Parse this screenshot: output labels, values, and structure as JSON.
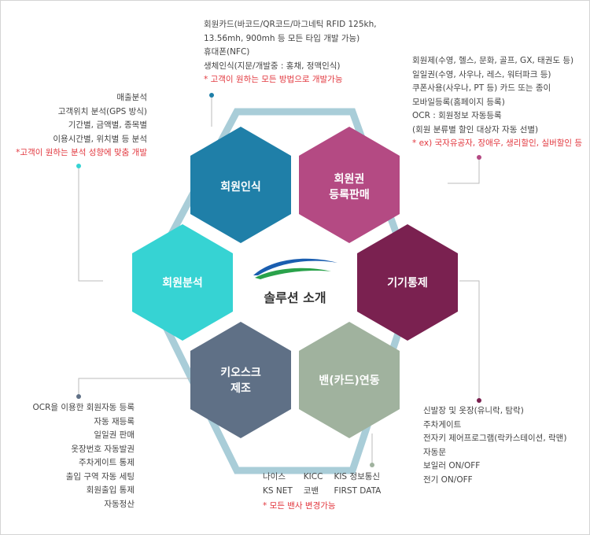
{
  "center": {
    "title": "솔루션 소개"
  },
  "hexagons": {
    "member_recognition": {
      "label": "회원인식"
    },
    "membership_sales": {
      "label_line1": "회원권",
      "label_line2": "등록판매"
    },
    "device_control": {
      "label": "기기통제"
    },
    "van_card": {
      "label": "밴(카드)연동"
    },
    "kiosk": {
      "label_line1": "키오스크",
      "label_line2": "제조"
    },
    "member_analysis": {
      "label": "회원분석"
    }
  },
  "notes": {
    "recognition": {
      "lines": [
        "회원카드(바코드/QR코드/마그네틱 RFID 125kh,",
        "13.56mh, 900mh 등 모든 타입 개발 가능)",
        "휴대폰(NFC)",
        "생체인식(지문/개발중 : 홍채, 정맥인식)"
      ],
      "highlight": "* 고객이 원하는 모든 방법으로 개발가능"
    },
    "membership": {
      "lines": [
        "회원제(수영, 헬스, 문화, 골프, GX, 태권도 등)",
        "일일권(수영, 사우나, 레스, 워터파크 등)",
        "쿠폰사용(사우나, PT 등) 카드 또는 종이",
        "모바일등록(홈페이지 등록)",
        "OCR : 회원정보 자동등록",
        "(회원 분류별 할인 대상자 자동 선별)"
      ],
      "highlight": "* ex) 국자유공자, 장애우, 생리할인, 실버할인 등"
    },
    "analysis": {
      "lines": [
        "매출분석",
        "고객위치 분석(GPS 방식)",
        "기간별, 금액별, 종목별",
        "이용시간별, 위치별 등 분석"
      ],
      "highlight": "*고객이 원하는 분석 성향에 맞춤 개발"
    },
    "kiosk": {
      "lines": [
        "OCR을 이용한 회원자동 등록",
        "자동 재등록",
        "일일권 판매",
        "옷장번호 자동발권",
        "주차게이트 통제",
        "출입 구역 자동 세팅",
        "회원출입 통제",
        "자동정산"
      ]
    },
    "device": {
      "lines": [
        "신발장 및 옷장(유니락, 탐락)",
        "주차게이트",
        "전자키 제어프로그램(락카스테이션, 락맨)",
        "자동문",
        "보일러 ON/OFF",
        "전기 ON/OFF"
      ]
    },
    "van": {
      "cells": [
        "나이스",
        "KICC",
        "KIS 정보통신",
        "KS NET",
        "코밴",
        "FIRST DATA"
      ],
      "highlight": "* 모든 밴사 변경가능"
    }
  },
  "colors": {
    "recognition": "#1f7fa8",
    "membership": "#b44a83",
    "device": "#7a2150",
    "van": "#a0b29e",
    "kiosk": "#5f7086",
    "analysis": "#36d3d3",
    "outline": "#a9cdd8",
    "accent_red": "#e2383f"
  }
}
